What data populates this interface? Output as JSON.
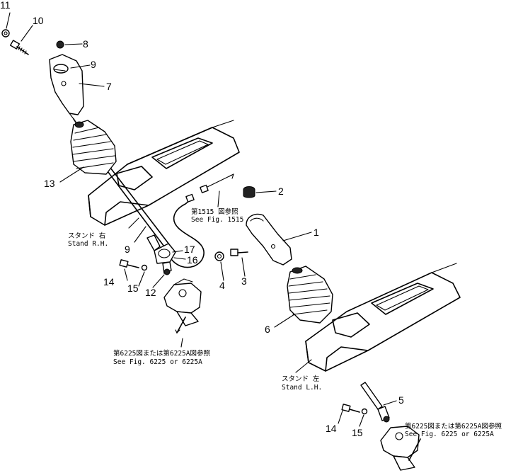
{
  "callouts": {
    "n1": "1",
    "n2": "2",
    "n3": "3",
    "n4": "4",
    "n5": "5",
    "n6": "6",
    "n7": "7",
    "n8": "8",
    "n9a": "9",
    "n9b": "9",
    "n10": "10",
    "n11": "11",
    "n12": "12",
    "n13": "13",
    "n14a": "14",
    "n14b": "14",
    "n15a": "15",
    "n15b": "15",
    "n16": "16",
    "n17": "17"
  },
  "notes": {
    "stand_rh_jp": "スタンド 右",
    "stand_rh_en": "Stand R.H.",
    "stand_lh_jp": "スタンド 左",
    "stand_lh_en": "Stand L.H.",
    "fig1515_jp": "第1515 図参照",
    "fig1515_en": "See Fig. 1515",
    "fig6225_left_jp": "第6225図または第6225A図参照",
    "fig6225_left_en": "See Fig. 6225 or 6225A",
    "fig6225_right_jp": "第6225図または第6225A図参照",
    "fig6225_right_en": "See Fig. 6225 or 6225A"
  }
}
